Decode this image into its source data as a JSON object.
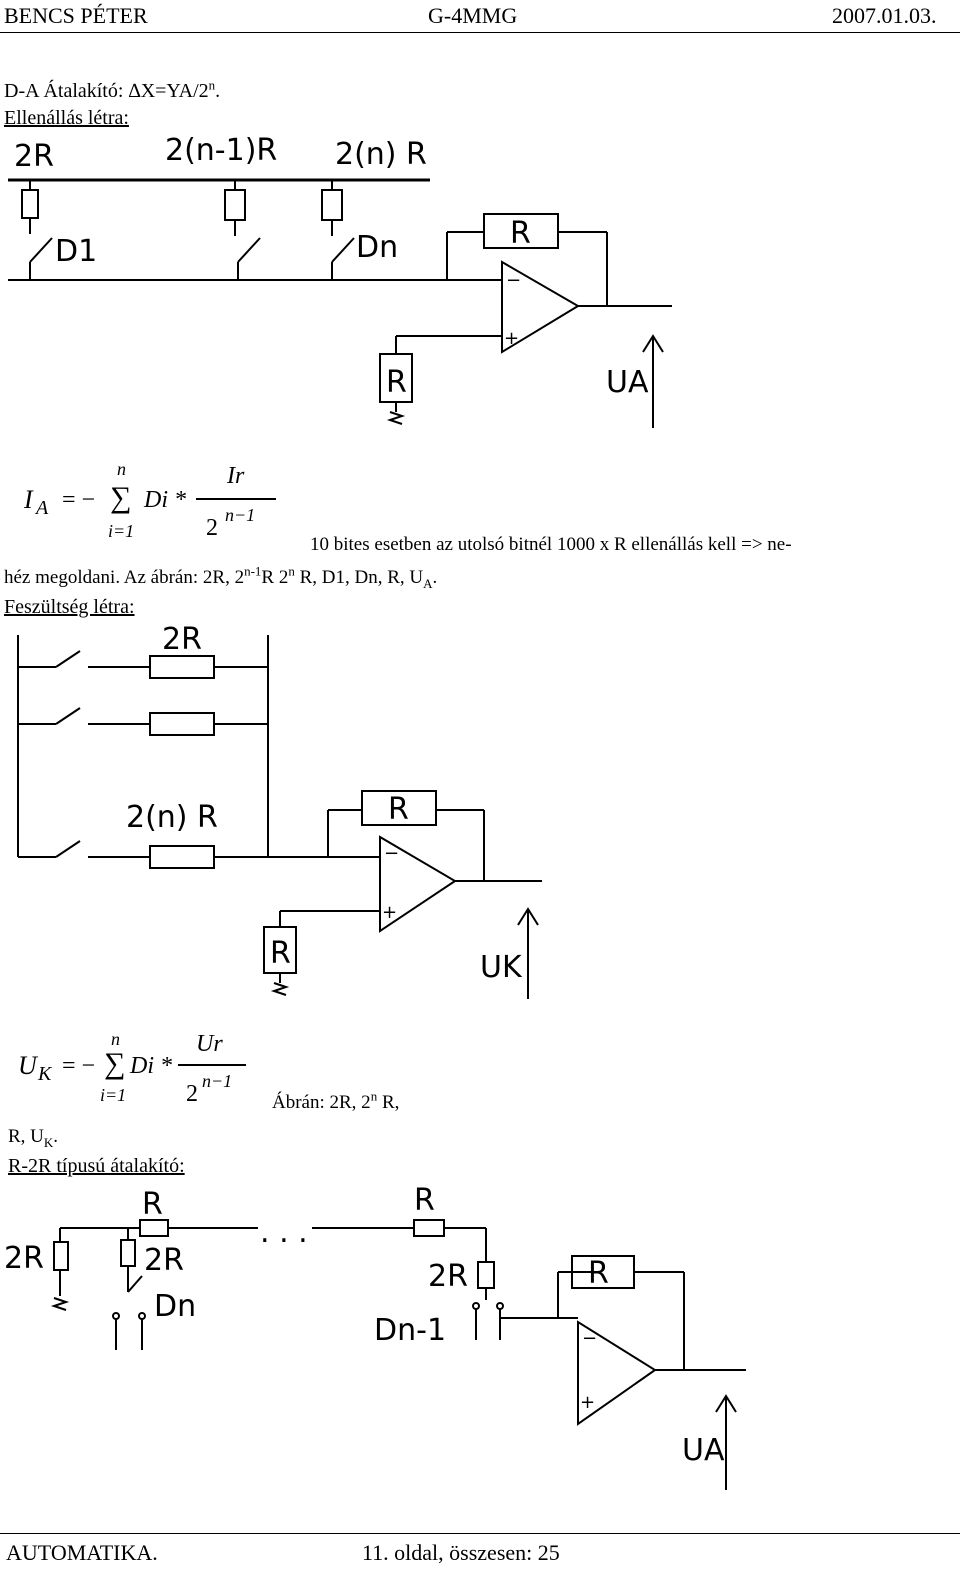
{
  "header": {
    "author": "BENCS PÉTER",
    "course": "G-4MMG",
    "date": "2007.01.03."
  },
  "intro": {
    "line1_pre": "D-A Átalakító: ",
    "delta": "∆",
    "line1_formula": "X=YA/2",
    "line1_sup": "n",
    "line1_end": "."
  },
  "section1": {
    "heading": "Ellenállás létra:",
    "circuit_labels": {
      "r1": "2R",
      "r2": "2(n-1)R",
      "r3": "2(n) R",
      "feedback": "R",
      "ground_r": "R",
      "sw1": "D1",
      "sw2": "Dn",
      "output": "UA"
    },
    "opamp": {
      "minus": "−",
      "plus": "+"
    },
    "formula": {
      "lhs": "I",
      "lhs_sub": "A",
      "eq": "= −",
      "sum_top": "n",
      "sum": "∑",
      "sum_bottom": "i=1",
      "term": "Di *",
      "num": "Ir",
      "den": "2",
      "den_sup": "n−1"
    },
    "note": "10 bites esetben az utolsó bitnél 1000 x R ellenállás kell => ne-",
    "note2_pre": "héz megoldani. Az ábrán: 2R, 2",
    "note2_sup1": "n-1",
    "note2_mid": "R 2",
    "note2_sup2": "n",
    "note2_post": " R, D1, Dn, R, U",
    "note2_sub": "A",
    "note2_end": "."
  },
  "section2": {
    "heading": "Feszültség létra:",
    "circuit_labels": {
      "r1": "2R",
      "r2": "2(n) R",
      "feedback": "R",
      "ground_r": "R",
      "output": "UK"
    },
    "formula": {
      "lhs": "U",
      "lhs_sub": "K",
      "eq": "= −",
      "sum_top": "n",
      "sum": "∑",
      "sum_bottom": "i=1",
      "term": "Di *",
      "num": "Ur",
      "den": "2",
      "den_sup": "n−1"
    },
    "note_pre": "Ábrán: 2R, 2",
    "note_sup": "n",
    "note_post": " R,",
    "note2": "R, U",
    "note2_sub": "K",
    "note2_end": "."
  },
  "section3": {
    "heading": "R-2R típusú átalakító:",
    "circuit_labels": {
      "r_top1": "R",
      "r_top2": "R",
      "r_left": "2R",
      "r_mid": "2R",
      "r_right": "2R",
      "dn": "Dn",
      "dn1": "Dn-1",
      "dots": ". . .",
      "feedback": "R",
      "output": "UA"
    }
  },
  "footer": {
    "title": "AUTOMATIKA.",
    "page": "11. oldal, összesen: 25"
  }
}
